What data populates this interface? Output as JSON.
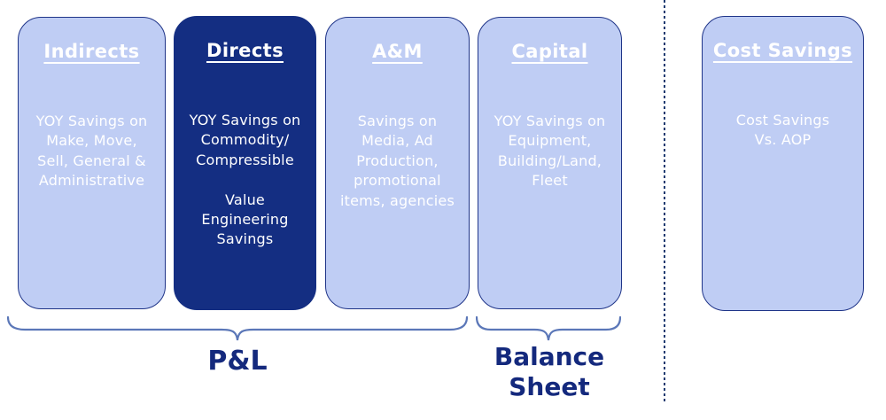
{
  "diagram": {
    "cards": [
      {
        "title": "Indirects",
        "variant": "light",
        "body_lines": [
          "YOY Savings on",
          "Make, Move,",
          "Sell, General &",
          "Administrative"
        ]
      },
      {
        "title": "Directs",
        "variant": "dark",
        "body_lines": [
          "YOY Savings on",
          "Commodity/",
          "Compressible",
          "",
          "Value",
          "Engineering",
          "Savings"
        ]
      },
      {
        "title": "A&M",
        "variant": "light",
        "body_lines": [
          "Savings on",
          "Media, Ad",
          "Production,",
          "promotional",
          "items, agencies"
        ]
      },
      {
        "title": "Capital",
        "variant": "light",
        "body_lines": [
          "YOY Savings on",
          "Equipment,",
          "Building/Land,",
          "Fleet"
        ]
      },
      {
        "title": "Cost Savings",
        "variant": "light",
        "body_lines": [
          "Cost Savings",
          "Vs. AOP"
        ]
      }
    ],
    "braces": [
      {
        "label_lines": [
          "P&L"
        ]
      },
      {
        "label_lines": [
          "Balance",
          "Sheet"
        ]
      }
    ]
  },
  "colors": {
    "background": "#ffffff",
    "card_light_bg": "#bfcdf4",
    "card_light_border": "#1f3488",
    "card_dark_bg": "#142e82",
    "card_text": "#ffffff",
    "brace_stroke": "#5b77b8",
    "label_text": "#14297d",
    "divider": "#1e3a70"
  }
}
